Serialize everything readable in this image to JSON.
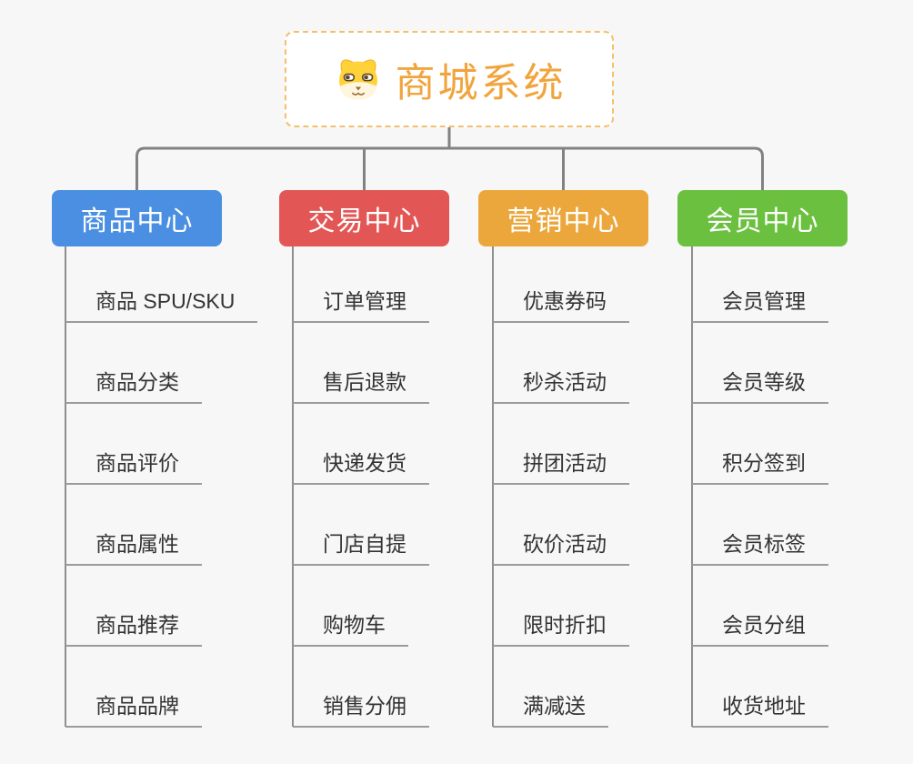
{
  "canvas": {
    "background_color": "#f7f7f8",
    "connector_color": "#828282",
    "leaf_line_color": "#9b9b9b",
    "leaf_text_color": "#333333"
  },
  "root": {
    "title": "商城系统",
    "icon": "dog-face-icon",
    "text_color": "#f2a43c",
    "border_color": "#f5c06a",
    "background_color": "#ffffff"
  },
  "branches": [
    {
      "label": "商品中心",
      "color": "#4a8fe2",
      "children": [
        "商品 SPU/SKU",
        "商品分类",
        "商品评价",
        "商品属性",
        "商品推荐",
        "商品品牌"
      ]
    },
    {
      "label": "交易中心",
      "color": "#e25755",
      "children": [
        "订单管理",
        "售后退款",
        "快递发货",
        "门店自提",
        "购物车",
        "销售分佣"
      ]
    },
    {
      "label": "营销中心",
      "color": "#eba73c",
      "children": [
        "优惠券码",
        "秒杀活动",
        "拼团活动",
        "砍价活动",
        "限时折扣",
        "满减送"
      ]
    },
    {
      "label": "会员中心",
      "color": "#6bc13f",
      "children": [
        "会员管理",
        "会员等级",
        "积分签到",
        "会员标签",
        "会员分组",
        "收货地址"
      ]
    }
  ]
}
